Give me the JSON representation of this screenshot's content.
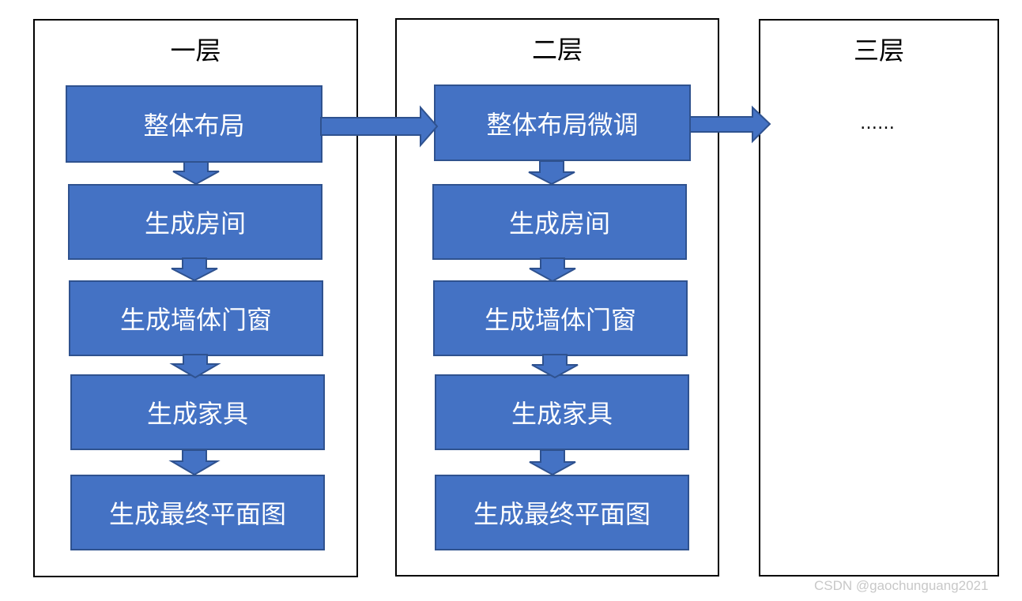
{
  "panels": [
    {
      "title": "一层",
      "steps": [
        "整体布局",
        "生成房间",
        "生成墙体门窗",
        "生成家具",
        "生成最终平面图"
      ]
    },
    {
      "title": "二层",
      "steps": [
        "整体布局微调",
        "生成房间",
        "生成墙体门窗",
        "生成家具",
        "生成最终平面图"
      ]
    },
    {
      "title": "三层",
      "placeholder": "……"
    }
  ],
  "watermark": "CSDN @gaochunguang2021",
  "colors": {
    "box_fill": "#4472c4",
    "box_border": "#2f528f",
    "panel_border": "#000000"
  }
}
